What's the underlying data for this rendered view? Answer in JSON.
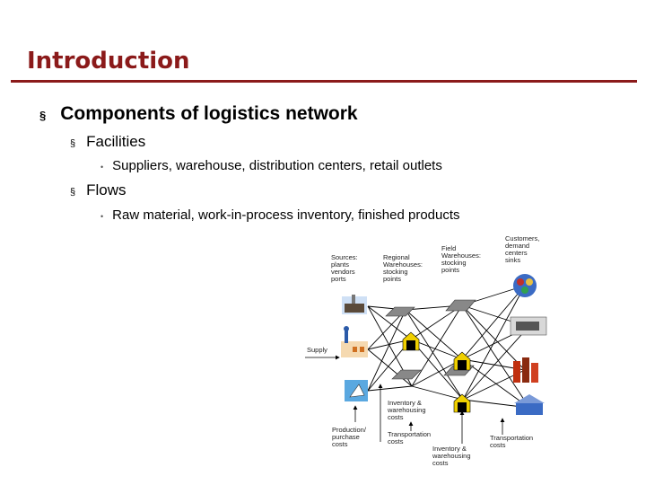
{
  "slide": {
    "title": "Introduction",
    "bullets": {
      "main": "Components of logistics network",
      "facilities": "Facilities",
      "facilities_detail": "Suppliers, warehouse, distribution centers, retail outlets",
      "flows": "Flows",
      "flows_detail": "Raw material, work-in-process inventory, finished products"
    },
    "markers": {
      "level1": "§",
      "level2": "§",
      "level3": "•"
    }
  },
  "diagram": {
    "labels": {
      "sources": [
        "Sources:",
        "plants",
        "vendors",
        "ports"
      ],
      "regional": [
        "Regional",
        "Warehouses:",
        "stocking",
        "points"
      ],
      "field": [
        "Field",
        "Warehouses:",
        "stocking",
        "points"
      ],
      "customers": [
        "Customers,",
        "demand",
        "centers",
        "sinks"
      ],
      "supply": "Supply",
      "production": [
        "Production/",
        "purchase",
        "costs"
      ],
      "inv1": [
        "Inventory &",
        "warehousing",
        "costs"
      ],
      "transport1": [
        "Transportation",
        "costs"
      ],
      "inv2": [
        "Inventory &",
        "warehousing",
        "costs"
      ],
      "transport2": [
        "Transportation",
        "costs"
      ]
    },
    "colors": {
      "warehouse": "#f0d000",
      "line": "#000000",
      "plant": "#4a7fc0"
    }
  }
}
